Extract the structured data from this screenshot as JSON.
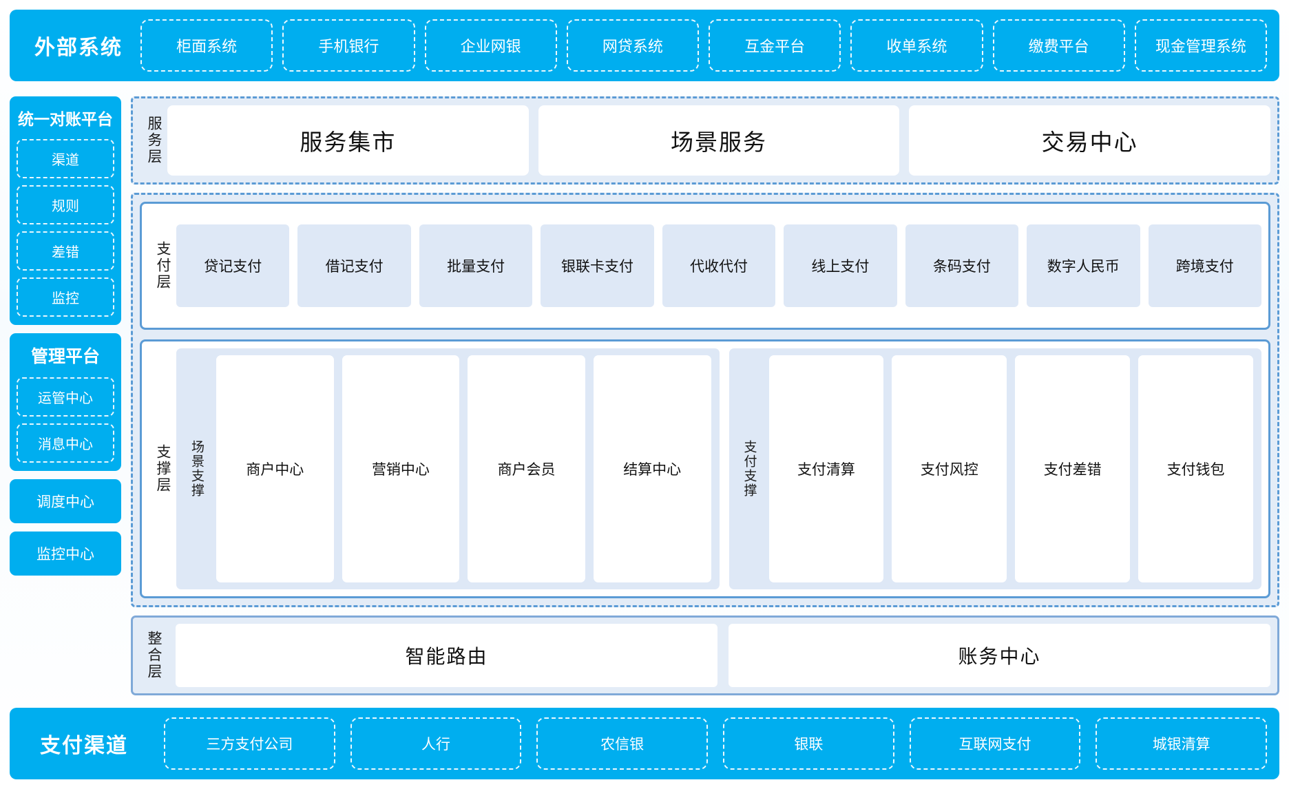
{
  "external": {
    "title": "外部系统",
    "items": [
      {
        "label": "柜面系统"
      },
      {
        "label": "手机银行"
      },
      {
        "label": "企业网银"
      },
      {
        "label": "网贷系统"
      },
      {
        "label": "互金平台"
      },
      {
        "label": "收单系统"
      },
      {
        "label": "缴费平台"
      },
      {
        "label": "现金管理系统"
      }
    ]
  },
  "rail": {
    "reconciliation": {
      "title": "统一对账平台",
      "items": [
        {
          "label": "渠道"
        },
        {
          "label": "规则"
        },
        {
          "label": "差错"
        },
        {
          "label": "监控"
        }
      ]
    },
    "management": {
      "title": "管理平台",
      "items": [
        {
          "label": "运管中心"
        },
        {
          "label": "消息中心"
        }
      ]
    },
    "standalone": [
      {
        "label": "调度中心"
      },
      {
        "label": "监控中心"
      }
    ]
  },
  "service_layer": {
    "label": "服务层",
    "items": [
      {
        "label": "服务集市"
      },
      {
        "label": "场景服务"
      },
      {
        "label": "交易中心"
      }
    ]
  },
  "payment_layer": {
    "label": "支付层",
    "items": [
      {
        "label": "贷记支付"
      },
      {
        "label": "借记支付"
      },
      {
        "label": "批量支付"
      },
      {
        "label": "银联卡支付"
      },
      {
        "label": "代收代付"
      },
      {
        "label": "线上支付"
      },
      {
        "label": "条码支付"
      },
      {
        "label": "数字人民币"
      },
      {
        "label": "跨境支付"
      }
    ]
  },
  "support_layer": {
    "label": "支撑层",
    "scene_support": {
      "label": "场景支撑",
      "items": [
        {
          "label": "商户中心"
        },
        {
          "label": "营销中心"
        },
        {
          "label": "商户会员"
        },
        {
          "label": "结算中心"
        }
      ]
    },
    "payment_support": {
      "label": "支付支撑",
      "items": [
        {
          "label": "支付清算"
        },
        {
          "label": "支付风控"
        },
        {
          "label": "支付差错"
        },
        {
          "label": "支付钱包"
        }
      ]
    }
  },
  "integration_layer": {
    "label": "整合层",
    "items": [
      {
        "label": "智能路由"
      },
      {
        "label": "账务中心"
      }
    ]
  },
  "payment_channel": {
    "title": "支付渠道",
    "items": [
      {
        "label": "三方支付公司"
      },
      {
        "label": "人行"
      },
      {
        "label": "农信银"
      },
      {
        "label": "银联"
      },
      {
        "label": "互联网支付"
      },
      {
        "label": "城银清算"
      }
    ]
  },
  "colors": {
    "brand_cyan": "#00AEEF",
    "panel_border_blue": "#5B9BD5",
    "tile_fill_blue": "#DEE8F6",
    "group_fill_blue": "#E3ECF7"
  }
}
